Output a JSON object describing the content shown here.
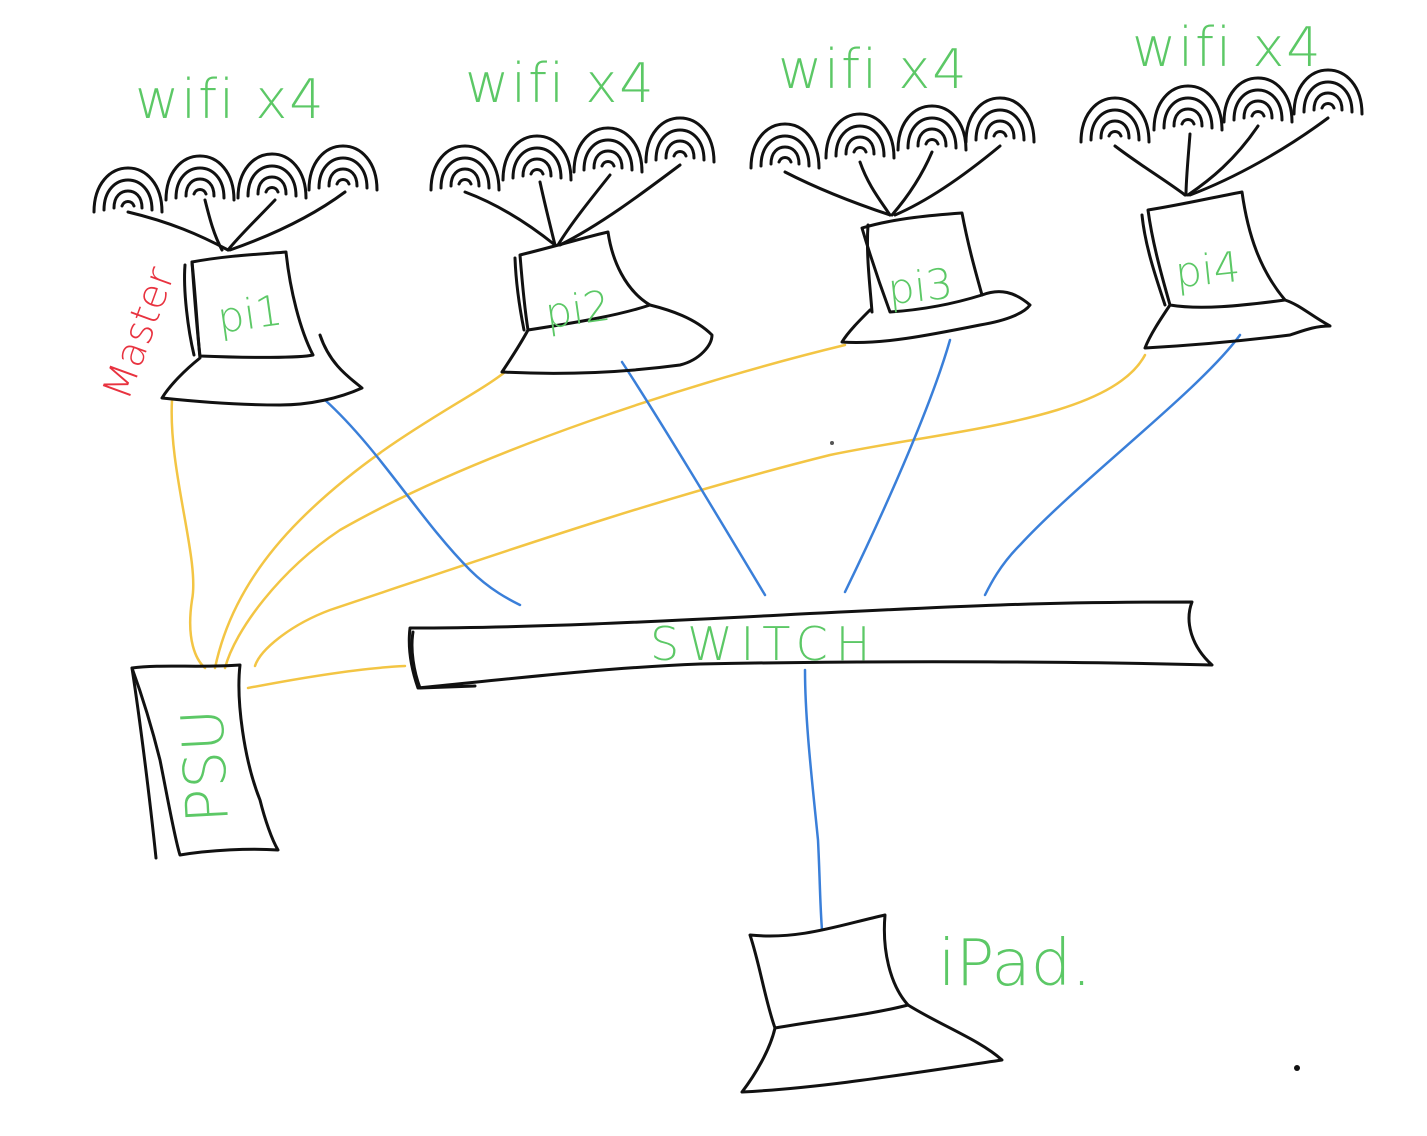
{
  "colors": {
    "ink": "#111111",
    "label": "#5cc866",
    "master": "#e8323f",
    "power": "#f3c544",
    "network": "#3a7fd9",
    "background": "#ffffff"
  },
  "nodes": {
    "pi1": {
      "label": "pi1",
      "wifi_label": "wifi x4",
      "role_label": "Master",
      "antenna_count": 4
    },
    "pi2": {
      "label": "pi2",
      "wifi_label": "wifi x4",
      "antenna_count": 4
    },
    "pi3": {
      "label": "pi3",
      "wifi_label": "wifi x4",
      "antenna_count": 4
    },
    "pi4": {
      "label": "pi4",
      "wifi_label": "wifi x4",
      "antenna_count": 4
    }
  },
  "switch": {
    "label": "SWITCH"
  },
  "psu": {
    "label": "PSU"
  },
  "ipad": {
    "label": "iPad."
  },
  "links": {
    "power": [
      "pi1-psu",
      "pi2-psu",
      "pi3-psu",
      "pi4-psu",
      "switch-psu"
    ],
    "network": [
      "pi1-switch",
      "pi2-switch",
      "pi3-switch",
      "pi4-switch",
      "switch-ipad"
    ]
  },
  "icons": {
    "wifi": "wifi-antenna-icon",
    "device": "raspberry-pi-device-icon",
    "tablet": "ipad-icon"
  }
}
